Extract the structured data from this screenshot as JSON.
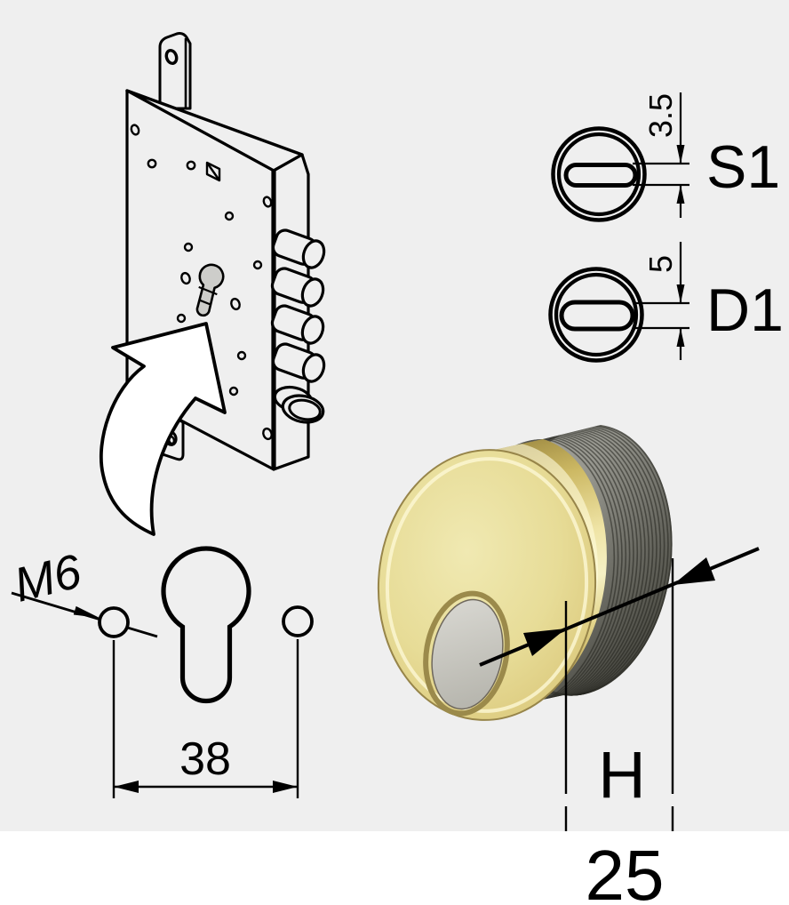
{
  "page": {
    "background": "#efefef",
    "footer_background": "#ffffff",
    "line_color": "#000000"
  },
  "lock_case_drawing": {
    "arrow_fill": "#ffffff",
    "keyhole_cutout_fill": "#cdcdca"
  },
  "cam_slot_views": [
    {
      "label": "S1",
      "slot_height": "3.5"
    },
    {
      "label": "D1",
      "slot_height": "5"
    }
  ],
  "cylinder_profile_view": {
    "screw_thread_label": "M6",
    "screw_spacing": "38"
  },
  "cylinder_photo_view": {
    "diameter_label": "H",
    "diameter_value": "25",
    "brass_color": "#e7dc97",
    "thread_color": "#7b7b73",
    "keyway_color": "#c7c6bf"
  }
}
